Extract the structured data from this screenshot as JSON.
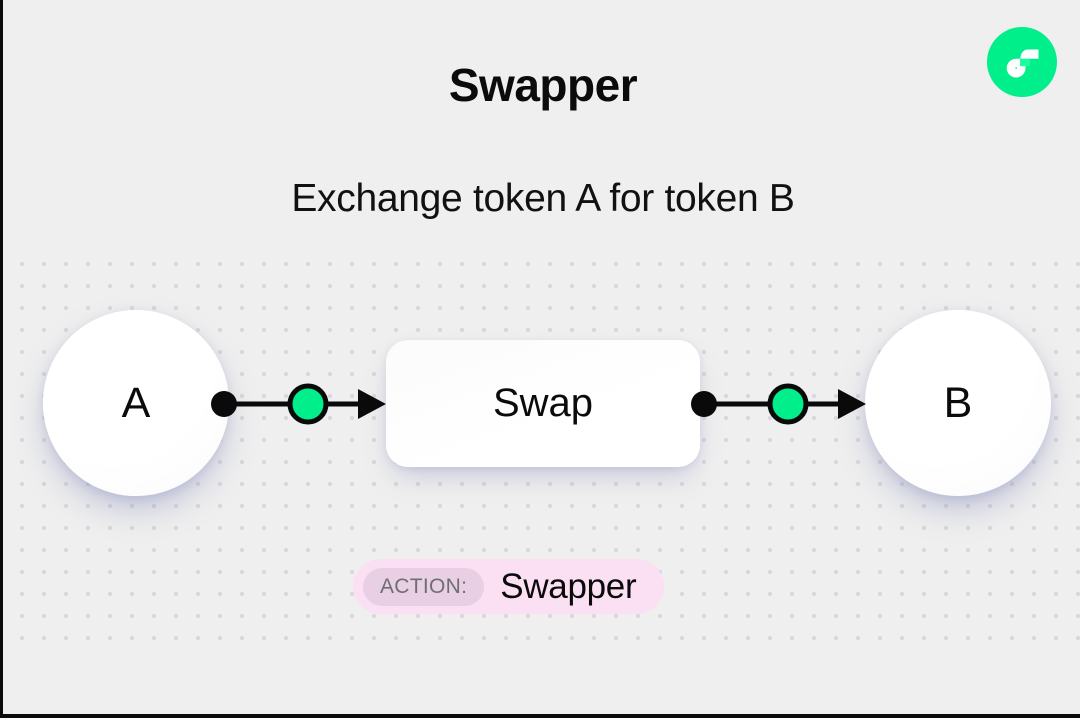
{
  "header": {
    "title": "Swapper",
    "subtitle": "Exchange token A for token B"
  },
  "brand": {
    "logo_icon": "flow-logo-icon",
    "logo_color": "#00EF8B",
    "logo_mark_color": "#FFFFFF",
    "logo_accent_color": "#19FF9E"
  },
  "diagram": {
    "type": "flow",
    "background": "#EFEFEF",
    "dot_color": "#D8D8DA",
    "nodes": [
      {
        "id": "token-a",
        "label": "A",
        "shape": "circle"
      },
      {
        "id": "swap",
        "label": "Swap",
        "shape": "rounded-rect"
      },
      {
        "id": "token-b",
        "label": "B",
        "shape": "circle"
      }
    ],
    "connectors": [
      {
        "id": "conn-a-swap",
        "from": "token-a",
        "to": "swap",
        "marker": "arrow",
        "node_color": "#00EF8B",
        "line_color": "#0A0A0A"
      },
      {
        "id": "conn-swap-b",
        "from": "swap",
        "to": "token-b",
        "marker": "arrow",
        "node_color": "#00EF8B",
        "line_color": "#0A0A0A"
      }
    ]
  },
  "action_badge": {
    "label": "ACTION:",
    "value": "Swapper",
    "pill_color": "#FBDFF3",
    "chip_color": "#E9CFE4"
  }
}
